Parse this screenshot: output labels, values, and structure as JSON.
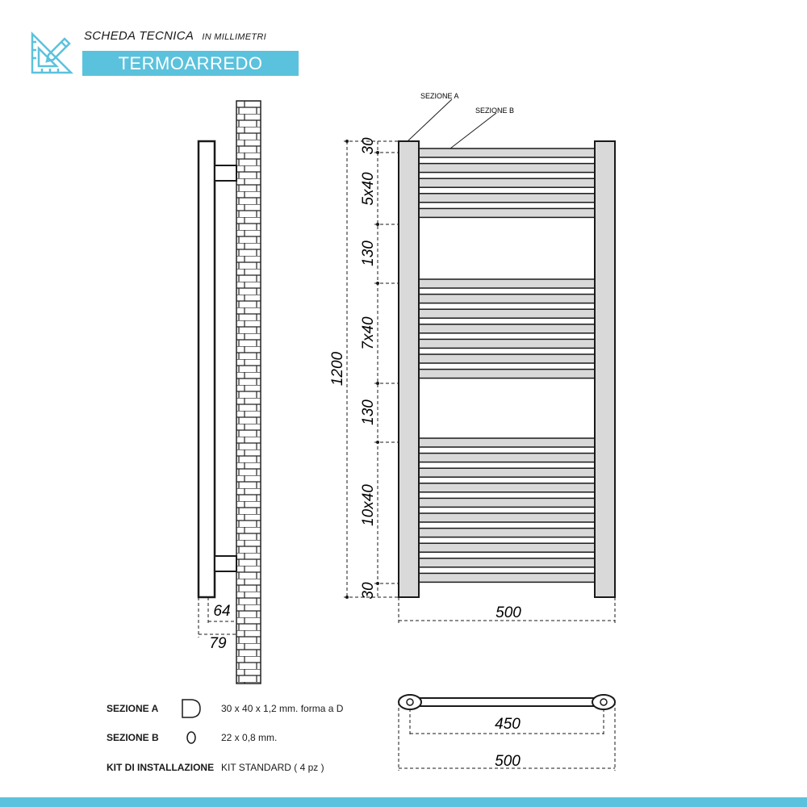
{
  "header": {
    "title": "SCHEDA TECNICA",
    "subtitle": "IN MILLIMETRI",
    "product": "TERMOARREDO"
  },
  "side_view": {
    "depth_inner": "64",
    "depth_outer": "79"
  },
  "front_view": {
    "section_a_label": "SEZIONE A",
    "section_b_label": "SEZIONE B",
    "total_height": "1200",
    "width": "500",
    "vertical_dims": [
      "30",
      "5x40",
      "130",
      "7x40",
      "130",
      "10x40",
      "30"
    ],
    "tube_groups": [
      5,
      7,
      10
    ]
  },
  "top_view": {
    "inner_width": "450",
    "outer_width": "500"
  },
  "legend": [
    {
      "label": "SEZIONE A",
      "icon": "d-shape-icon",
      "value": "30 x 40 x 1,2 mm. forma a D"
    },
    {
      "label": "SEZIONE B",
      "icon": "oval-icon",
      "value": "22 x 0,8 mm."
    },
    {
      "label": "KIT DI INSTALLAZIONE",
      "icon": "",
      "value": "KIT STANDARD ( 4 pz )"
    }
  ],
  "colors": {
    "accent": "#5bc2dd",
    "line": "#1a1a1a",
    "tube_fill": "#d9d9d9"
  }
}
